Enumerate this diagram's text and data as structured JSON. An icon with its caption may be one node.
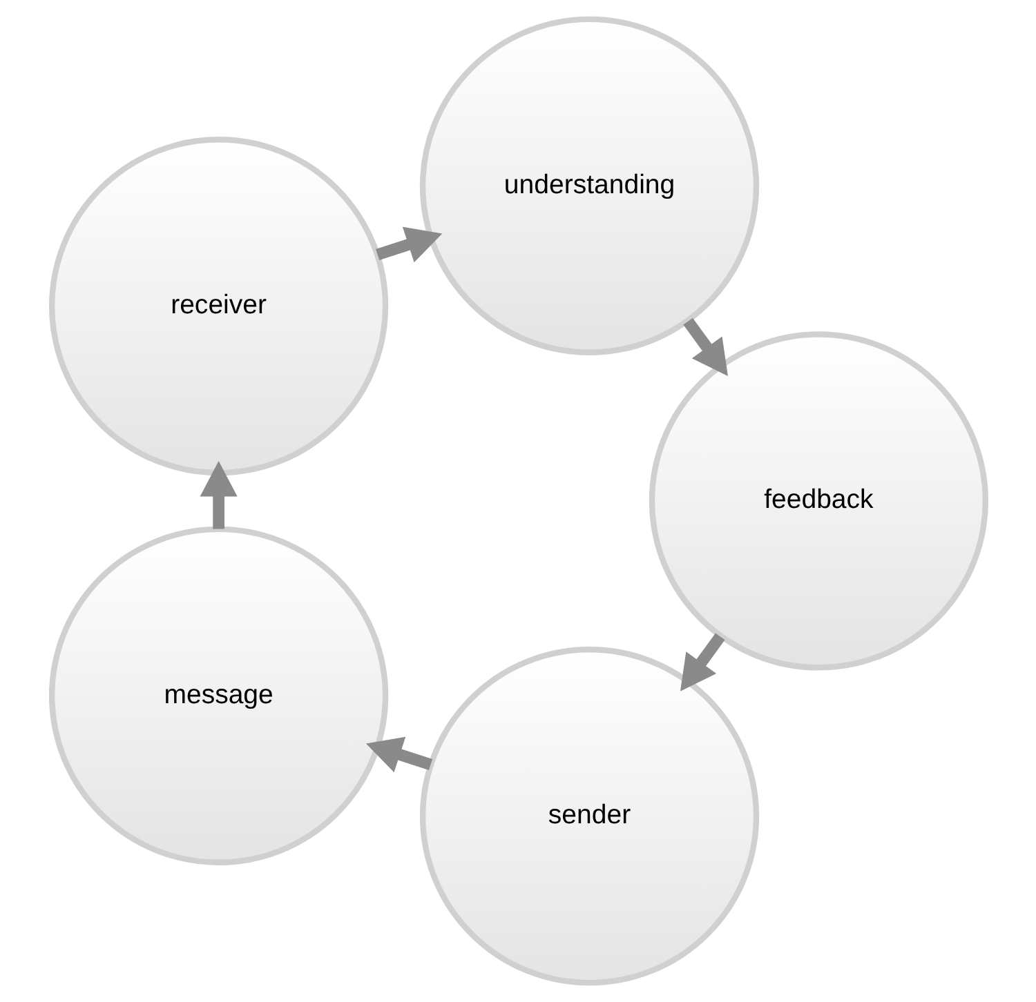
{
  "diagram": {
    "nodes": [
      {
        "text": [
          "sender"
        ]
      },
      {
        "text": [
          "message"
        ]
      },
      {
        "text": [
          "receiver"
        ]
      },
      {
        "text": [
          "understanding"
        ]
      },
      {
        "text": [
          "feedback"
        ]
      }
    ],
    "edges": [
      {
        "from": 0,
        "to": 1,
        "arrow": "to"
      },
      {
        "from": 1,
        "to": 2,
        "arrow": "to"
      },
      {
        "from": 2,
        "to": 3,
        "arrow": "to"
      },
      {
        "from": 3,
        "to": 4,
        "arrow": "to"
      },
      {
        "from": 4,
        "to": 0,
        "arrow": "to"
      }
    ]
  }
}
